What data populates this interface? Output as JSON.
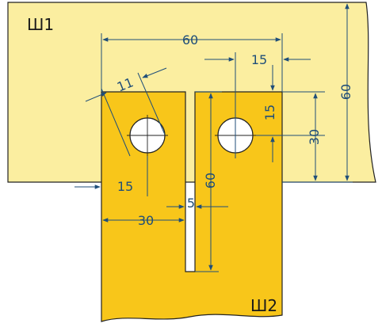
{
  "labels": {
    "bar1": "Ш1",
    "bar2": "Ш2"
  },
  "dimensions": {
    "overall_width": "60",
    "right_offset": "15",
    "hole_diameter": "11",
    "hole_vertical_offset": "15",
    "hole_vertical_distance": "30",
    "bar1_height": "60",
    "left_offset": "15",
    "slot_length": "60",
    "slot_width": "5",
    "slot_position": "30"
  },
  "colors": {
    "bar1_fill": "#fbeea0",
    "bar2_fill": "#f8c61a",
    "outline": "#222222",
    "dimension": "#1f4e79",
    "hole": "#ffffff"
  }
}
